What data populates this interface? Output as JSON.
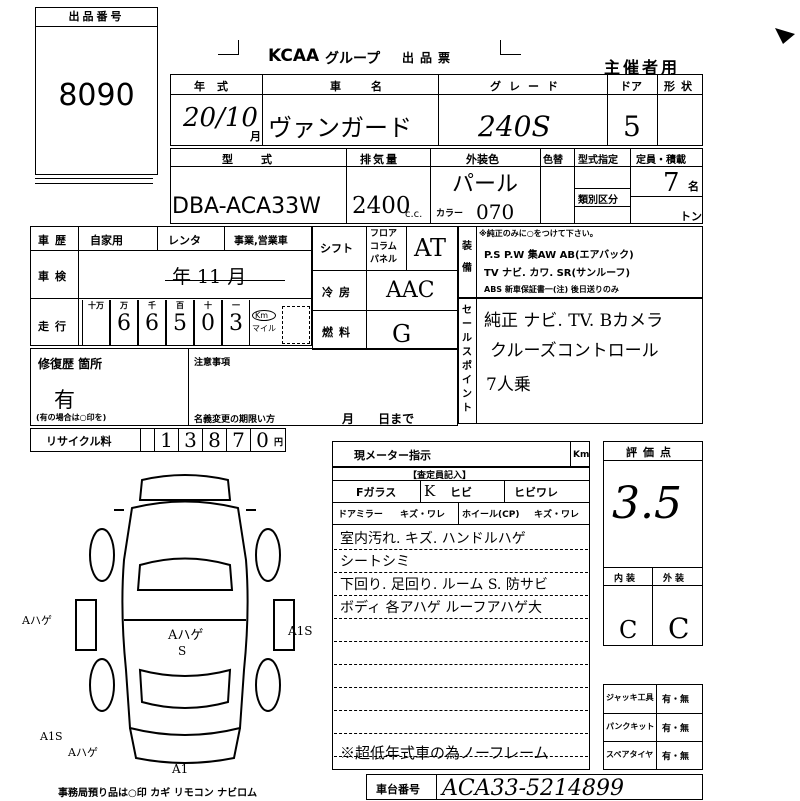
{
  "lot_box": {
    "label": "出品番号",
    "number": "8090"
  },
  "header": {
    "logo": "KCAA",
    "group": "グループ",
    "title": "出品票",
    "sponsor_use": "主催者用"
  },
  "row1": {
    "year_label": "年式",
    "model_label": "車名",
    "grade_label": "グレード",
    "door_label": "ドア",
    "shape_label": "形状",
    "year_value": "20/10",
    "month_suffix": "月",
    "model_value": "ヴァンガード",
    "grade_value": "240S",
    "door_value": "5"
  },
  "row2": {
    "type_label": "型式",
    "disp_label": "排気量",
    "color_label": "外装色",
    "color_code_label": "色替",
    "type_desig_label": "型式指定",
    "capacity_label": "定員・積載",
    "class_label": "類別区分",
    "capacity_unit": "名",
    "load_unit": "トン",
    "type_value": "DBA-ACA33W",
    "disp_value": "2400",
    "disp_unit": "c.c.",
    "color_value": "パール",
    "color_code_prefix": "カラー",
    "color_code": "070",
    "capacity_value": "7"
  },
  "history": {
    "history_label": "車歴",
    "private": "自家用",
    "rental": "レンタ",
    "business": "事業,営業車",
    "inspection_label": "車検",
    "inspection_value": "年 11 月",
    "mileage_label": "走行",
    "mileage_units": [
      "十万",
      "万",
      "千",
      "百",
      "十",
      "一"
    ],
    "mileage_digits": [
      "",
      "6",
      "6",
      "5",
      "0",
      "3"
    ],
    "km": "Km",
    "mile": "マイル"
  },
  "shift": {
    "shift_label": "シフト",
    "shift_opts": [
      "フロア",
      "コラム",
      "パネル"
    ],
    "shift_value": "AT",
    "ac_label": "冷房",
    "ac_value": "AAC",
    "fuel_label": "燃料",
    "fuel_value": "G"
  },
  "equipment": {
    "side_label": "装備",
    "note": "※純正のみに○をつけて下さい。",
    "line1": "P.S  P.W  集AW  AB(エアバック)",
    "line2": "TV  ナビ. カワ. SR(サンルーフ)",
    "line3": "ABS  新車保証書一(注) 後日送りのみ"
  },
  "selling_points": {
    "side_label": "セールスポイント",
    "lines": [
      "純正 ナビ. TV. Bカメラ",
      "クルーズコントロール",
      "7人乗"
    ]
  },
  "repair": {
    "label": "修復歴 箇所",
    "value": "有",
    "note": "(有の場合は○印を)",
    "caution_label": "注意事項",
    "deadline_label": "名義変更の期限い方",
    "deadline_value": "月 日まで"
  },
  "recycle": {
    "label": "リサイクル料",
    "digits": [
      "1",
      "3",
      "8",
      "7",
      "0"
    ],
    "unit": "円"
  },
  "meter": {
    "label": "現メーター指示",
    "unit": "Km"
  },
  "inspection": {
    "header": "【査定員記入】",
    "glass_label": "Fガラス",
    "glass_opts": [
      "ヒビ",
      "ヒビワレ"
    ],
    "glass_mark": "K",
    "mirror_label": "ドアミラー",
    "mirror_opts": "キズ・ワレ",
    "wheel_label": "ホイール(CP)",
    "wheel_opts": "キズ・ワレ",
    "notes": [
      "室内汚れ. キズ. ハンドルハゲ",
      "シートシミ",
      "下回り. 足回り. ルーム S. 防サビ",
      "ボディ 各アハゲ  ルーフアハゲ大",
      "",
      "",
      "",
      "",
      "",
      ""
    ],
    "bottom_note": "※超低年式車の為ノーフレーム"
  },
  "grade": {
    "label": "評価点",
    "value": "3.5",
    "interior_label": "内装",
    "exterior_label": "外装",
    "interior_value": "C",
    "exterior_value": "C"
  },
  "tools": [
    {
      "label": "ジャッキ工具",
      "value": "有・無"
    },
    {
      "label": "パンクキット",
      "value": "有・無"
    },
    {
      "label": "スペアタイヤ",
      "value": "有・無"
    }
  ],
  "chassis": {
    "label": "車台番号",
    "value": "ACA33-5214899"
  },
  "diagram_marks": {
    "left": "Aハゲ",
    "center": "Aハゲ",
    "center2": "S",
    "right": "A1S",
    "bottom_left": "A1S",
    "bottom_left2": "Aハゲ",
    "bottom": "A1"
  },
  "footer": {
    "text": "事務局預り品は○印  カギ  リモコン  ナビロム"
  }
}
